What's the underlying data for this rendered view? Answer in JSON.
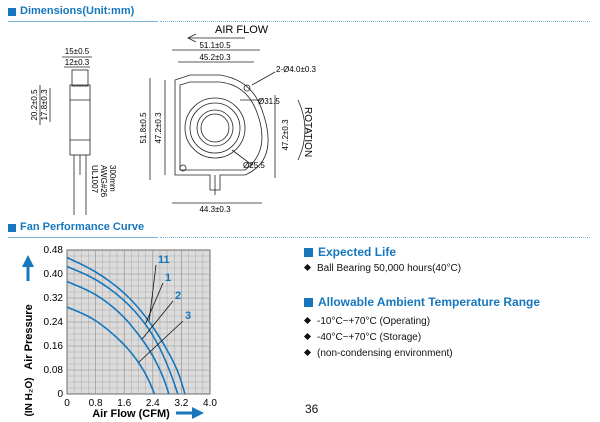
{
  "header": {
    "dimensions_title": "Dimensions(Unit:mm)",
    "performance_title": "Fan Performance Curve"
  },
  "drawing": {
    "air_flow_label": "AIR FLOW",
    "rotation_label": "ROTATION",
    "side_dims": {
      "d15": "15±0.5",
      "d12": "12±0.3",
      "d20": "20.2±0.5",
      "d17": "17.8±0.3"
    },
    "wire_lines": [
      "UL1007",
      "AWG#26",
      "300mm"
    ],
    "front_dims": {
      "d51w": "51.1±0.5",
      "d45": "45.2±0.3",
      "holes": "2-Ø4.0±0.3",
      "d51h": "51.8±0.5",
      "d47l": "47.2±0.3",
      "d47r": "47.2±0.3",
      "d31": "Ø31.5",
      "d25": "Ø25.5",
      "d44": "44.3±0.3"
    }
  },
  "chart_data": {
    "type": "line",
    "xlabel": "Air Flow (CFM)",
    "ylabel": "Air Pressure",
    "yunit": "(IN H₂O)",
    "xlim": [
      0,
      4.0
    ],
    "ylim": [
      0,
      0.48
    ],
    "xticks": [
      "0",
      "0.8",
      "1.6",
      "2.4",
      "3.2",
      "4.0"
    ],
    "yticks": [
      "0",
      "0.08",
      "0.16",
      "0.24",
      "0.32",
      "0.40",
      "0.48"
    ],
    "grid": true,
    "series": [
      {
        "name": "11",
        "x": [
          0,
          0.8,
          1.6,
          2.2,
          2.7,
          3.1,
          3.3
        ],
        "y": [
          0.455,
          0.41,
          0.34,
          0.26,
          0.17,
          0.08,
          0.0
        ]
      },
      {
        "name": "1",
        "x": [
          0,
          0.8,
          1.6,
          2.2,
          2.6,
          2.9,
          3.1
        ],
        "y": [
          0.425,
          0.385,
          0.315,
          0.235,
          0.155,
          0.07,
          0.0
        ]
      },
      {
        "name": "2",
        "x": [
          0,
          0.8,
          1.5,
          2.0,
          2.4,
          2.7,
          2.85
        ],
        "y": [
          0.375,
          0.335,
          0.27,
          0.2,
          0.13,
          0.055,
          0.0
        ]
      },
      {
        "name": "3",
        "x": [
          0,
          0.7,
          1.3,
          1.8,
          2.2,
          2.45
        ],
        "y": [
          0.29,
          0.255,
          0.2,
          0.14,
          0.07,
          0.0
        ]
      }
    ]
  },
  "info": {
    "expected_life": {
      "title": "Expected Life",
      "items": [
        "Ball Bearing 50,000 hours(40°C)"
      ]
    },
    "temperature": {
      "title": "Allowable Ambient Temperature Range",
      "items": [
        "-10°C~+70°C (Operating)",
        "-40°C~+70°C (Storage)",
        "(non-condensing environment)"
      ]
    }
  },
  "page_number": "36",
  "colors": {
    "accent": "#1677bd",
    "chart_bg": "#dcdcdc"
  }
}
